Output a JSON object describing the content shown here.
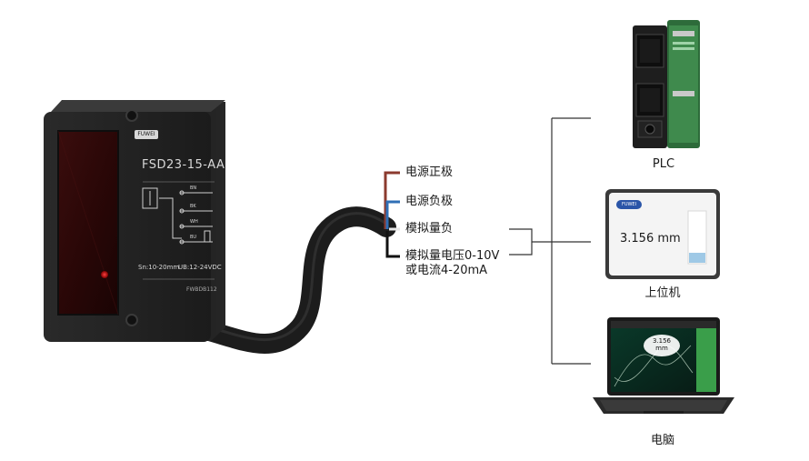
{
  "sensor": {
    "brand": "FUWEI",
    "model": "FSD23-15-AA",
    "spec_range": "Sn:10-20mm",
    "spec_voltage": "UB:12-24VDC",
    "serial": "FWBDB112",
    "pin_labels": [
      "BN",
      "BK",
      "WH",
      "BU"
    ]
  },
  "wires": [
    {
      "label": "电源正极",
      "color": "#8b3a2e"
    },
    {
      "label": "电源负极",
      "color": "#2f6fb5"
    },
    {
      "label": "模拟量负",
      "color": "#e6e6e6"
    },
    {
      "label": "模拟量电压0-10V",
      "label2": "或电流4-20mA",
      "color": "#111111"
    }
  ],
  "devices": {
    "plc": {
      "label": "PLC"
    },
    "host": {
      "label": "上位机",
      "brand": "FUWEI",
      "reading": "3.156 mm"
    },
    "laptop": {
      "label": "电脑",
      "reading": "3.156",
      "unit": "mm"
    }
  }
}
